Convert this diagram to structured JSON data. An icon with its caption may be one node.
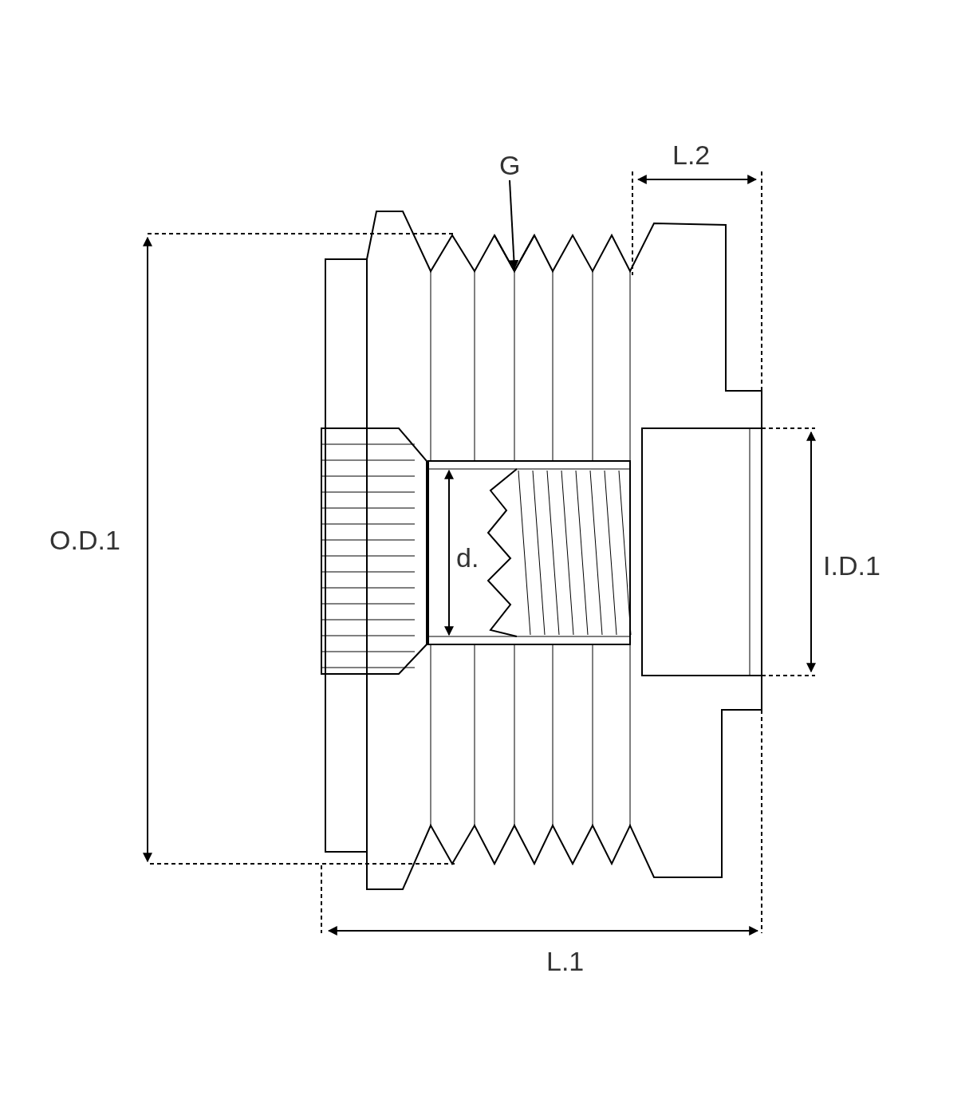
{
  "diagram": {
    "nodes": [
      {
        "text": [
          "G"
        ]
      },
      {
        "text": [],
        "shape": "picture"
      }
    ],
    "edges": [
      {
        "from": 0,
        "to": 1,
        "arrow": "to"
      }
    ],
    "labels": [
      "L.2",
      "O.D.1",
      "d.",
      "I.D.1",
      "L.1"
    ]
  }
}
